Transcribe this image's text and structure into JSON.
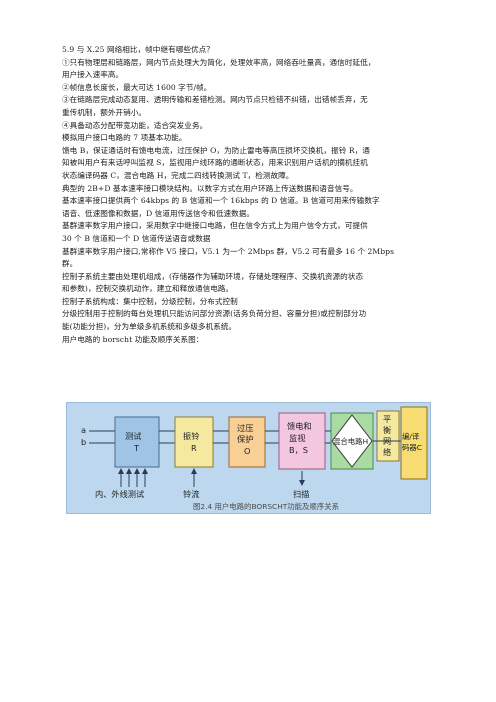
{
  "lines": [
    "5.9 与 X.25 网络相比，帧中继有哪些优点？",
    "①只有物理层和链路层，网内节点处理大为简化，处理效率高，网络吞吐量高，通信时延低，",
    "用户接入速率高。",
    "②帧信息长度长，最大可达 1600 字节/帧。",
    "③在链路层完成动态复用、透明传输和差错检测。网内节点只检错不纠错，出错帧丢弃，无",
    "重传机制，额外开销小。",
    "④具备动态分配带宽功能，适合突发业务。",
    "模拟用户接口电路的 7 项基本功能。",
    "馈电 B，保证通话时有馈电电流，过压保护 O，为防止雷电等高压损坏交换机，振铃 R，通",
    "知被叫用户有来话呼叫监视 S，监视用户线环路的通断状态，用来识别用户话机的摘机挂机",
    "状态编译码器 C，混合电路 H，完成二四线转换测试 T，检测故障。",
    "典型的 2B+D 基本速率接口模块结构。以数字方式在用户环路上传送数据和语音信号。",
    "基本速率接口提供两个 64kbps 的 B 信道和一个 16kbps 的 D 信道。B 信道可用来传输数字",
    "语音、低速图像和数据，D 信道用传送信令和低速数据。",
    "基群速率数字用户接口，采用数字中继接口电路，但在信令方式上为用户信令方式，可提供",
    "30 个 B 信道和一个 D 信道传送语音或数据",
    "基群速率数字用户接口,常称作 V5 接口，V5.1 为一个 2Mbps 群，V5.2 可有最多 16 个 2Mbps",
    "群。",
    "控制子系统主要由处理机组成，(存储器作为辅助环境，存储处理程序、交换机资源的状态",
    "和参数)，控制交换机动作，建立和释放通信电路。",
    "控制子系统构成：集中控制，分级控制，分布式控制",
    "分级控制用于控制的每台处理机只能访问部分资源(话务负荷分担、容量分担)或控制部分功",
    "能(功能分担)，分为单级多机系统和多级多机系统。",
    "用户电路的 borscht 功能及顺序关系图："
  ],
  "diagram": {
    "input_a": "a",
    "input_b": "b",
    "block_test": [
      "测试",
      "T"
    ],
    "block_ring": [
      "振铃",
      "R"
    ],
    "block_protect": [
      "过压",
      "保护",
      "O"
    ],
    "block_feed": [
      "馈电和",
      "监视",
      "B，S"
    ],
    "block_hybrid": "混合电路H",
    "block_balance": [
      "平",
      "衡",
      "网",
      "络"
    ],
    "block_codec": [
      "编/译",
      "码器C"
    ],
    "label_test_in": "内、外线测试",
    "label_ring_in": "铃流",
    "label_scan": "扫描",
    "caption": "图2.4 用户电路的BORSCHT功能及顺序关系",
    "colors": {
      "background": "#bcd7ee",
      "block_blue": "#9fc4e6",
      "block_yellow": "#f5e9a0",
      "block_orange": "#f8cf94",
      "block_pink": "#f4c7e1",
      "block_green": "#a9dba3",
      "block_codec": "#f7dc72"
    }
  }
}
